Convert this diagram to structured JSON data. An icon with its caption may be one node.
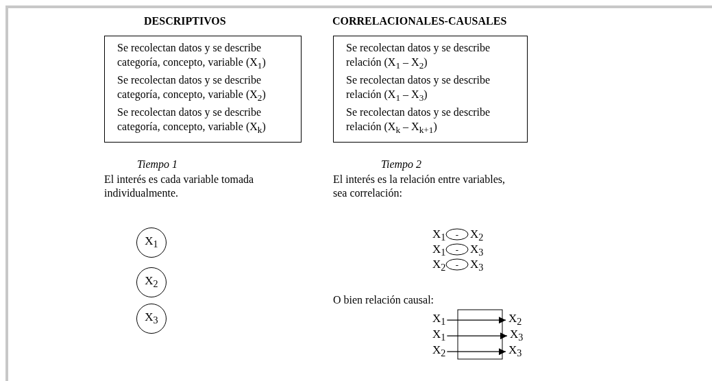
{
  "diagram": {
    "nodes": [
      {
        "text": [
          "Se recolectan datos y se describe categoría, concepto, variable (X$_{1}$)",
          "Se recolectan datos y se describe categoría, concepto, variable (X$_{2}$)",
          "Se recolectan datos y se describe categoría, concepto, variable (X$_{k}$)"
        ],
        "beside": [
          "Tiempo 1"
        ]
      },
      {
        "text": [
          "Se recolectan datos y se describe relación (X$_{1}$ – X$_{2}$)",
          "Se recolectan datos y se describe relación (X$_{1}$ – X$_{3}$)",
          "Se recolectan datos y se describe relación (X$_{k}$ – X$_{k+1}$)"
        ],
        "beside": [
          "Tiempo 2"
        ]
      },
      {
        "text": [
          "X$_{1}$"
        ]
      },
      {
        "text": [
          "X$_{2}$"
        ]
      },
      {
        "text": [
          "X$_{3}$"
        ]
      },
      {
        "text": [
          "-"
        ]
      },
      {
        "text": [
          "-"
        ]
      },
      {
        "text": [
          "-"
        ]
      },
      {
        "text": [
          "X$_{1}$"
        ]
      },
      {
        "text": [
          "X$_{2}$"
        ]
      },
      {
        "text": [
          "X$_{1}$"
        ]
      },
      {
        "text": [
          "X$_{3}$"
        ]
      },
      {
        "text": [
          "X$_{2}$"
        ]
      },
      {
        "text": [
          "X$_{3}$"
        ]
      }
    ],
    "edges": [
      {
        "from": 8,
        "to": 9,
        "arrow": "to"
      },
      {
        "from": 10,
        "to": 11,
        "arrow": "to"
      },
      {
        "from": 12,
        "to": 13,
        "arrow": "to"
      }
    ],
    "labels": [
      "DESCRIPTIVOS",
      "CORRELACIONALES-CAUSALES",
      "El interés es cada variable tomada individualmente.",
      "El interés es la relación entre variables, sea correlación:",
      "X$_{1}$",
      "X$_{2}$",
      "X$_{1}$",
      "X$_{3}$",
      "X$_{2}$",
      "X$_{3}$",
      "O bien relación causal:"
    ]
  }
}
